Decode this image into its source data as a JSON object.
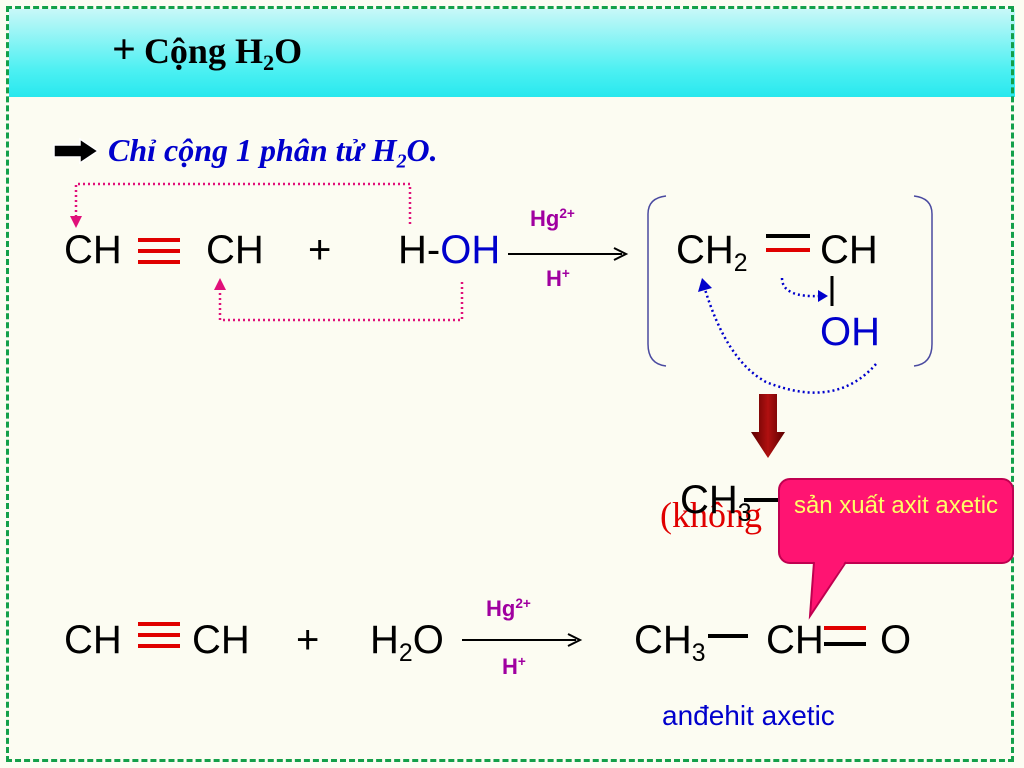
{
  "header": {
    "plus": "+",
    "title_a": "Cộng H",
    "title_sub": "2",
    "title_b": "O"
  },
  "note": {
    "text_a": "Chỉ cộng 1 phân tử H",
    "text_sub": "2",
    "text_b": "O."
  },
  "reaction1": {
    "left_ch": "CH",
    "right_ch": "CH",
    "plus": "+",
    "h_dash": "H-",
    "oh": "OH",
    "cat_top": "Hg",
    "cat_top_sup": "2+",
    "cat_bottom": "H",
    "cat_bottom_sup": "+",
    "product_ch": "CH",
    "product_sub": "2",
    "product_ch2": "CH",
    "product_oh": "OH"
  },
  "hidden_line": {
    "ch": "CH",
    "sub": "3",
    "red_text": "(không"
  },
  "callout": {
    "text": "sản xuất axit axetic"
  },
  "reaction2": {
    "ch1": "CH",
    "ch2": "CH",
    "plus": "+",
    "h": "H",
    "h_sub": "2",
    "o": "O",
    "cat_top": "Hg",
    "cat_top_sup": "2+",
    "cat_bottom": "H",
    "cat_bottom_sup": "+",
    "p_ch3": "CH",
    "p_ch3_sub": "3",
    "p_ch": "CH",
    "p_o": "O",
    "product_label": "anđehit axetic"
  },
  "colors": {
    "header_cyan": "#28e8ee",
    "bond_red": "#e00000",
    "accent_blue": "#0000cc",
    "catalyst_purple": "#a000a0",
    "callout_pink": "#ff1472",
    "border_green": "#14a04a"
  },
  "icons": {
    "arrow": "right-arrow-icon"
  }
}
